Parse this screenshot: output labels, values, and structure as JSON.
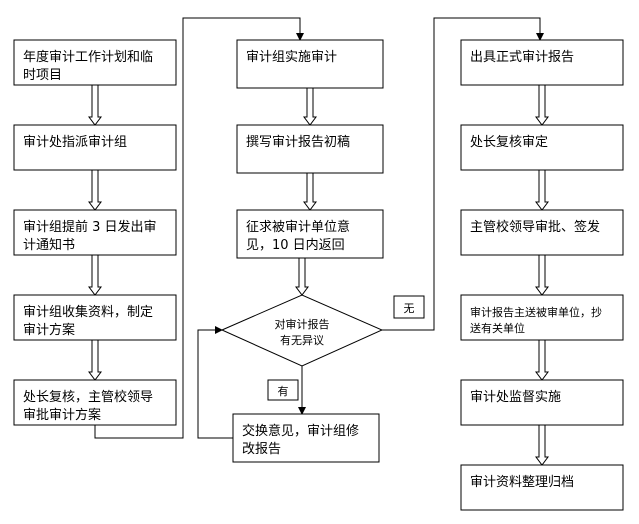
{
  "col1": [
    {
      "lines": [
        "年度审计工作计划和临",
        "时项目"
      ]
    },
    {
      "lines": [
        "审计处指派审计组"
      ]
    },
    {
      "lines": [
        "审计组提前 3 日发出审",
        "计通知书"
      ]
    },
    {
      "lines": [
        "审计组收集资料，制定",
        "审计方案"
      ]
    },
    {
      "lines": [
        "处长复核，主管校领导",
        "审批审计方案"
      ]
    }
  ],
  "col2": [
    {
      "lines": [
        "审计组实施审计"
      ]
    },
    {
      "lines": [
        "撰写审计报告初稿"
      ]
    },
    {
      "lines": [
        "征求被审计单位意",
        "见，10 日内返回"
      ]
    }
  ],
  "decision": {
    "lines": [
      "对审计报告",
      "有无异议"
    ]
  },
  "yes_label": "有",
  "no_label": "无",
  "exchange": {
    "lines": [
      "交换意见，审计组修",
      "改报告"
    ]
  },
  "col3": [
    {
      "lines": [
        "出具正式审计报告"
      ]
    },
    {
      "lines": [
        "处长复核审定"
      ]
    },
    {
      "lines": [
        "主管校领导审批、签发"
      ]
    },
    {
      "lines": [
        "审计报告主送被审单位，抄",
        "送有关单位"
      ]
    },
    {
      "lines": [
        "审计处监督实施"
      ]
    },
    {
      "lines": [
        "审计资料整理归档"
      ]
    }
  ]
}
